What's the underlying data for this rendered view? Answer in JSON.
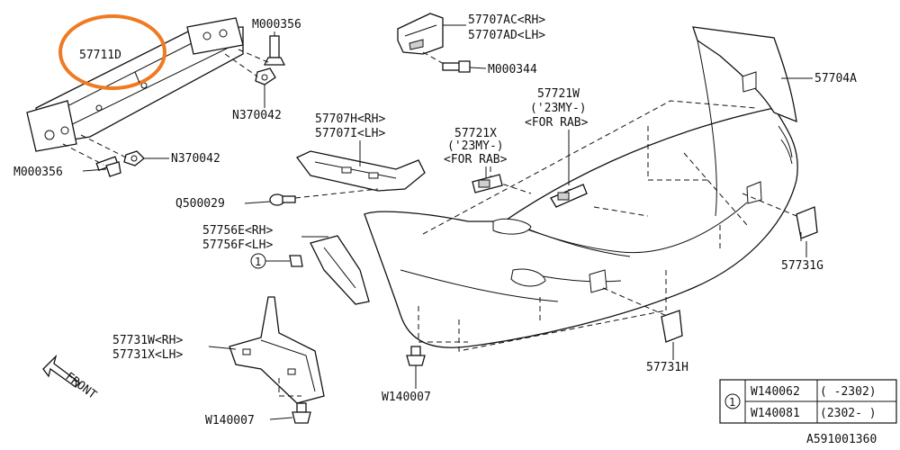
{
  "diagram_id": "A591001360",
  "direction_label": "FRONT",
  "parts": {
    "reinforcement": "57711D",
    "bolt_top": "M000356",
    "nut_top": "N370042",
    "nut_mid": "N370042",
    "bolt_left": "M000356",
    "bracket_upper_rh": "57707AC<RH>",
    "bracket_upper_lh": "57707AD<LH>",
    "screw_upper": "M000344",
    "bracket_side_rh": "57707H<RH>",
    "bracket_side_lh": "57707I<LH>",
    "clip_side": "Q500029",
    "cover_rh": "57756E<RH>",
    "cover_lh": "57756F<LH>",
    "bumper_face": "57704A",
    "sensor_right_num": "57721W",
    "sensor_right_year": "('23MY-)",
    "sensor_right_note": "<FOR RAB>",
    "sensor_left_num": "57721X",
    "sensor_left_year": "('23MY-)",
    "sensor_left_note": "<FOR RAB>",
    "cap_right": "57731G",
    "guide_rh": "57731W<RH>",
    "guide_lh": "57731X<LH>",
    "fastener_bottom": "W140007",
    "fastener_center": "W140007",
    "cap_center": "57731H"
  },
  "callout_marker": "1",
  "legend": [
    {
      "part": "W140062",
      "range": "(  -2302)"
    },
    {
      "part": "W140081",
      "range": "(2302-  )"
    }
  ]
}
